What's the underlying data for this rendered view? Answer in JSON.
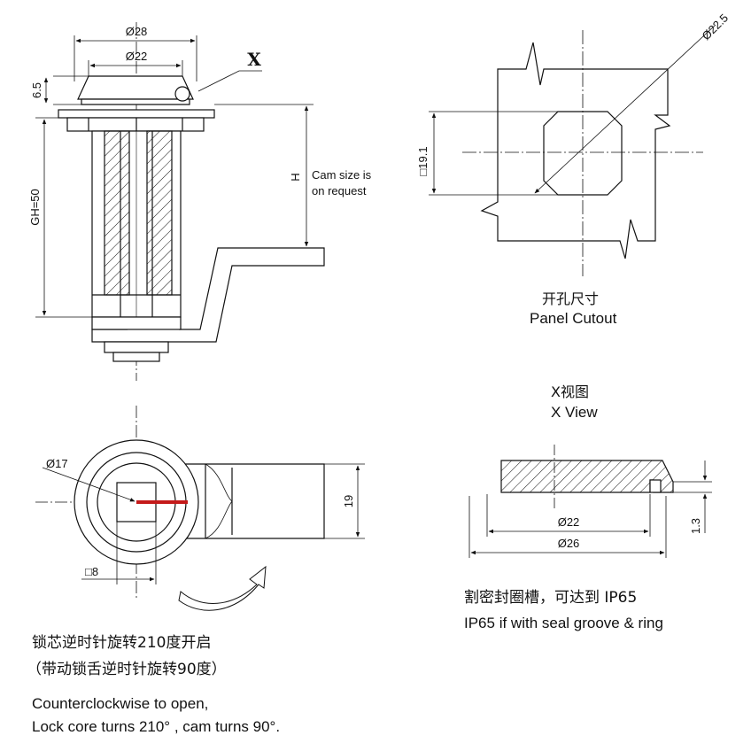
{
  "front_view": {
    "dia_28": "Ø28",
    "dia_22": "Ø22",
    "x_marker": "X",
    "h_65": "6.5",
    "gh": "GH=50",
    "h": "H",
    "cam_note_1": "Cam size is",
    "cam_note_2": "on request"
  },
  "panel_cutout": {
    "dia_225": "Ø22.5",
    "square_191": "□19.1",
    "label_cn": "开孔尺寸",
    "label_en": "Panel Cutout"
  },
  "top_view": {
    "dia_17": "Ø17",
    "dim_19": "19",
    "square_8": "□8"
  },
  "x_view": {
    "label_cn": "X视图",
    "label_en": "X View",
    "dia_22": "Ø22",
    "dia_26": "Ø26",
    "dim_13": "1.3",
    "seal_cn": "割密封圈槽，可达到 IP65",
    "seal_en": "IP65 if with seal groove & ring"
  },
  "notes": {
    "cn_line1": "锁芯逆时针旋转210度开启",
    "cn_line2": "（带动锁舌逆时针旋转90度）",
    "en_line1": "Counterclockwise to open,",
    "en_line2": "Lock core turns 210° , cam turns 90°."
  },
  "colors": {
    "line": "#111111",
    "key_slot_red": "#c41a1a"
  }
}
